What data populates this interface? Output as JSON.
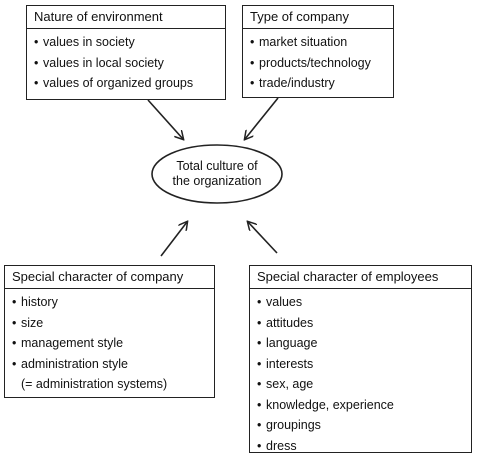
{
  "boxes": {
    "environment": {
      "title": "Nature of environment",
      "items": [
        "values in society",
        "values in local society",
        "values of organized groups"
      ]
    },
    "company_type": {
      "title": "Type of company",
      "items": [
        "market situation",
        "products/technology",
        "trade/industry"
      ]
    },
    "company_character": {
      "title": "Special character of company",
      "items": [
        "history",
        "size",
        "management style",
        "administration style",
        "(= administration systems)"
      ]
    },
    "employees": {
      "title": "Special character of employees",
      "items": [
        "values",
        "attitudes",
        "language",
        "interests",
        "sex, age",
        "knowledge, experience",
        "groupings",
        "dress"
      ]
    }
  },
  "center": {
    "line1": "Total culture of",
    "line2": "the organization"
  },
  "bullet_glyph": "•"
}
